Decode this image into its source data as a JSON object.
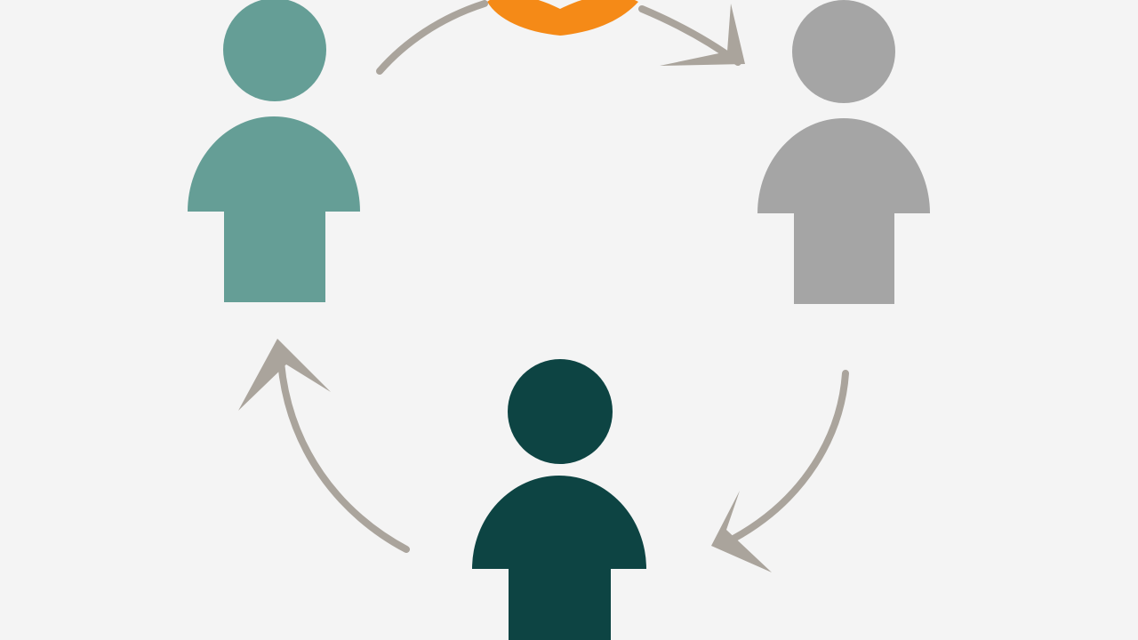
{
  "diagram": {
    "type": "cycle",
    "people": [
      {
        "id": "person-top-left",
        "color": "#659e96"
      },
      {
        "id": "person-top-right",
        "color": "#a5a5a5"
      },
      {
        "id": "person-bottom",
        "color": "#0d4443"
      }
    ],
    "arrows": [
      {
        "from": "person-top-left",
        "to": "person-top-right",
        "color": "#aaa49c"
      },
      {
        "from": "person-top-right",
        "to": "person-bottom",
        "color": "#aaa49c"
      },
      {
        "from": "person-bottom",
        "to": "person-top-left",
        "color": "#aaa49c"
      }
    ],
    "center_badge": {
      "icon": "heart-icon",
      "color": "#f58a17"
    },
    "background": "#f4f4f4"
  }
}
